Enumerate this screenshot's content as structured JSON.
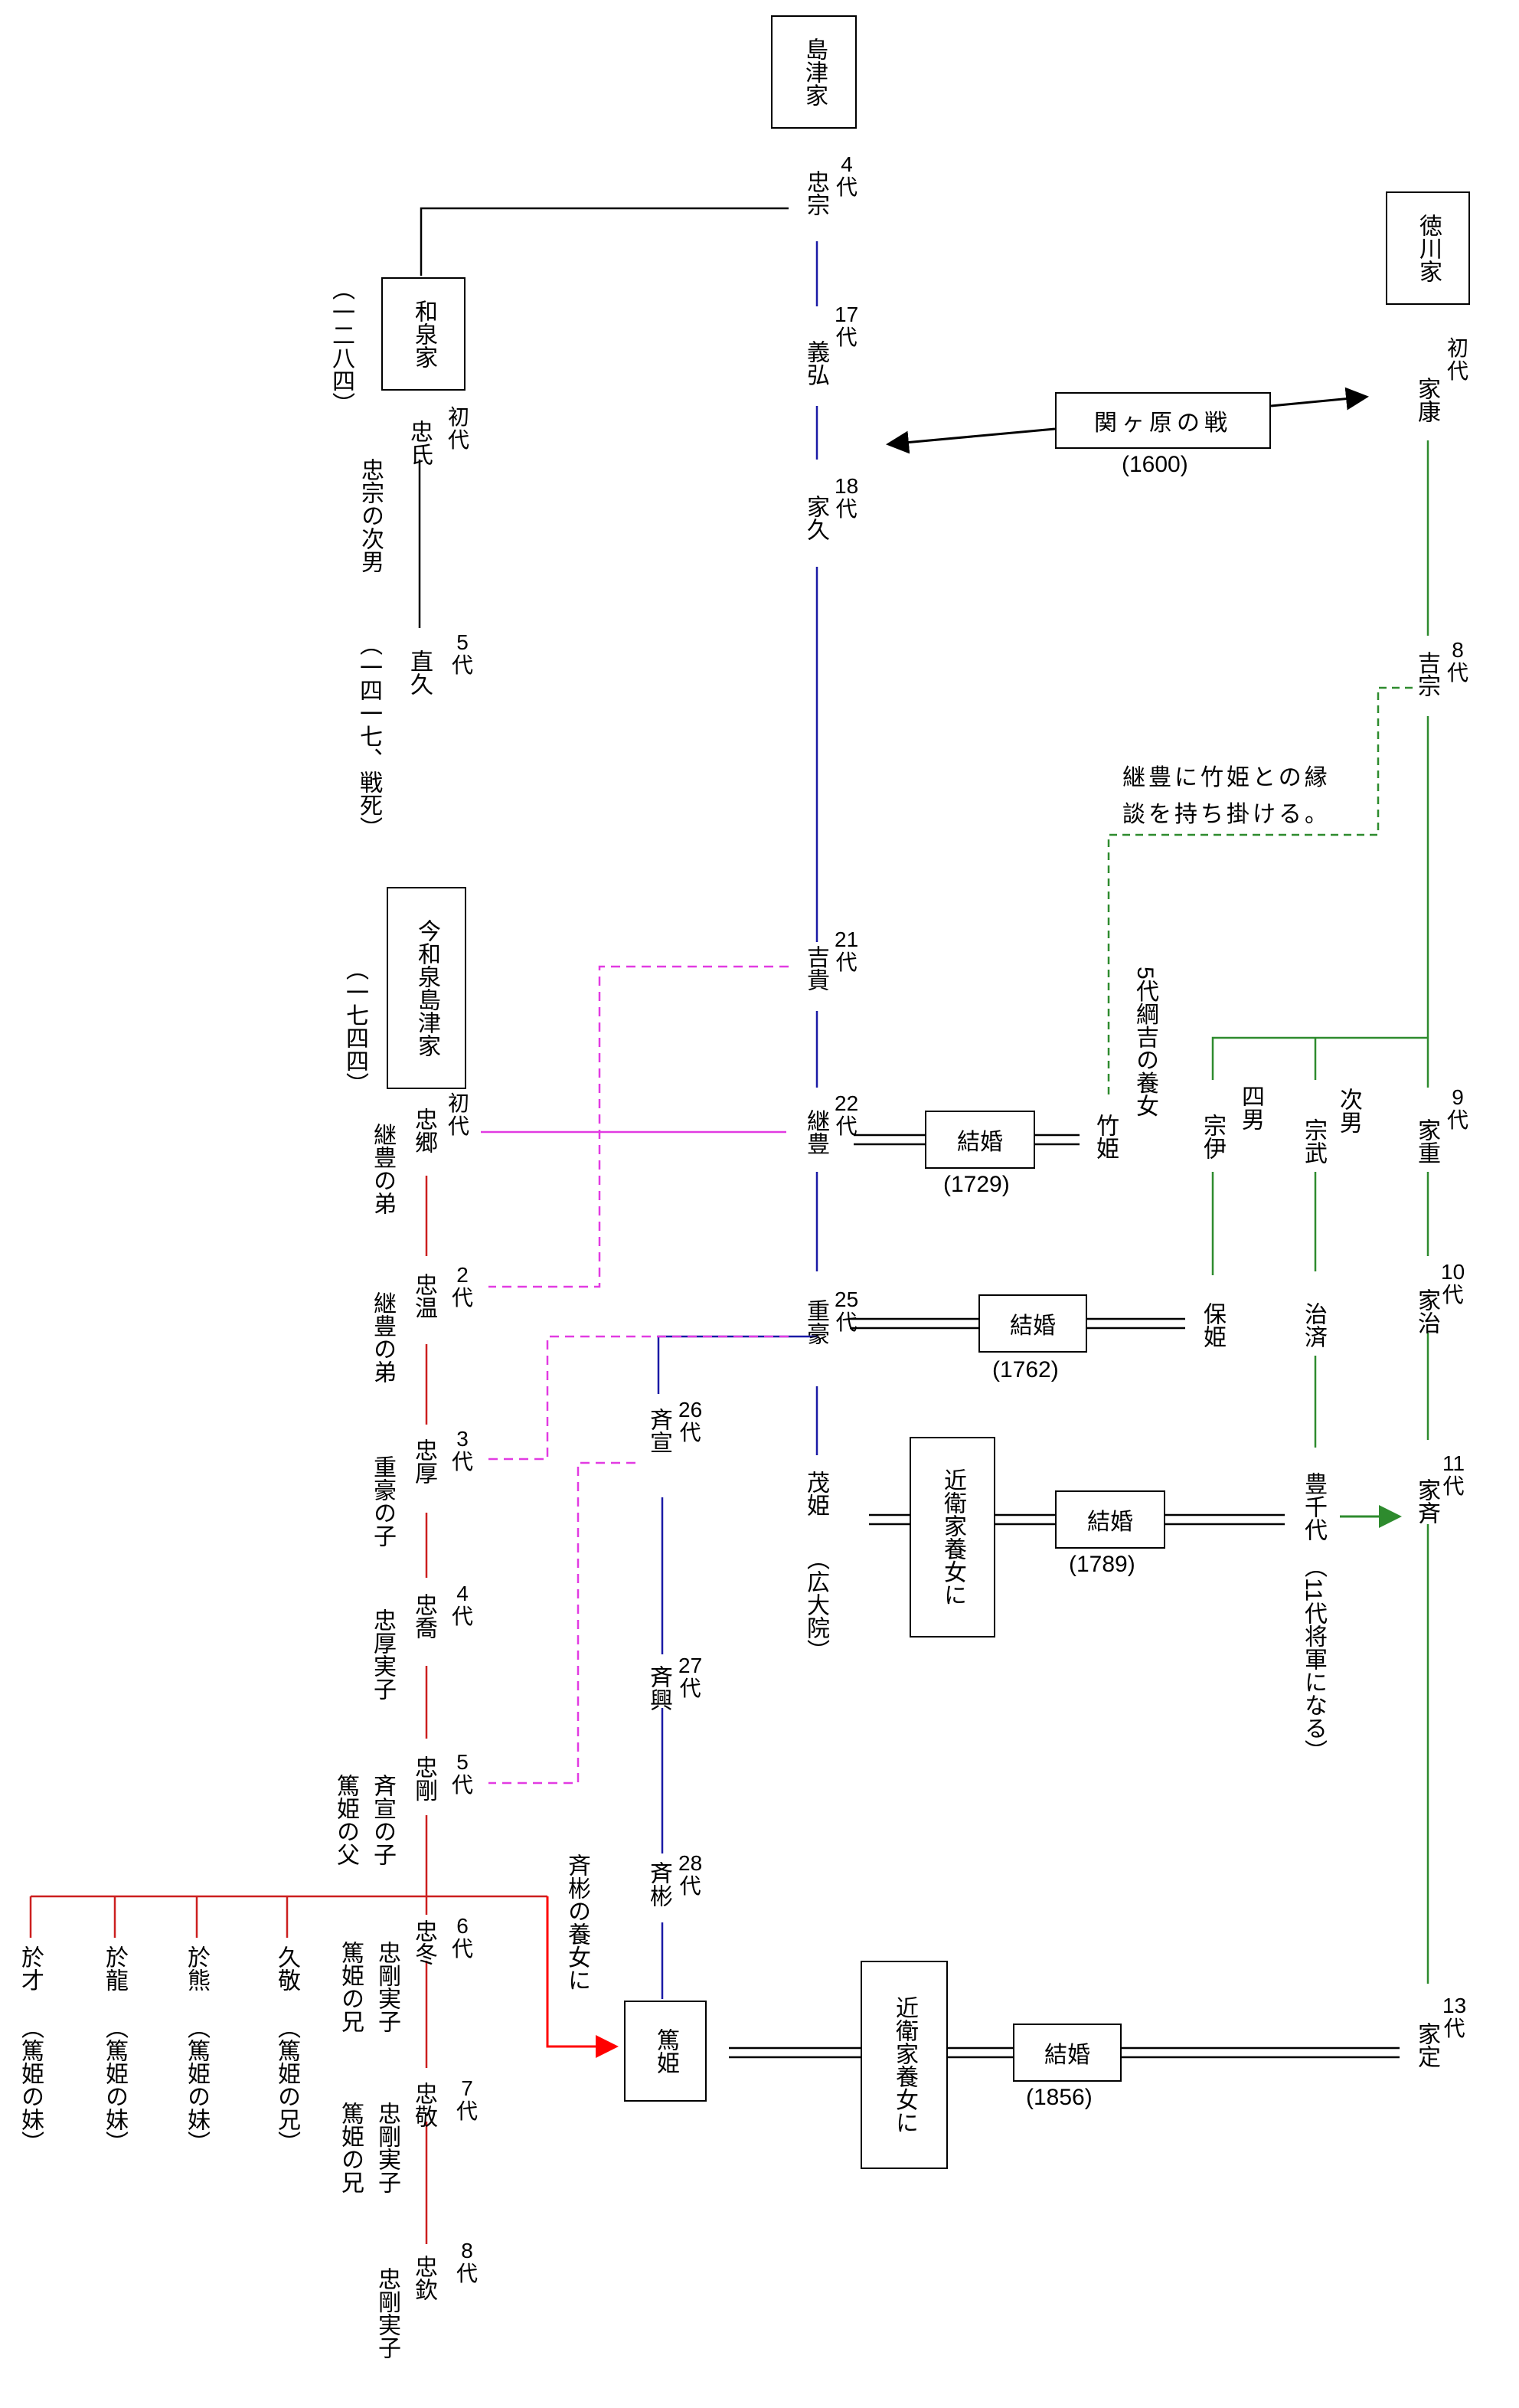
{
  "houses": {
    "shimazu": "島津家",
    "tokugawa": "徳川家",
    "izumi": "和泉家",
    "imaizumi": "今和泉島津家"
  },
  "gen": {
    "tadamune": {
      "n": "4",
      "d": "代"
    },
    "yoshihiro": {
      "n": "17",
      "d": "代"
    },
    "iehisa": {
      "n": "18",
      "d": "代"
    },
    "yoshitaka": {
      "n": "21",
      "d": "代"
    },
    "tsugutoyo": {
      "n": "22",
      "d": "代"
    },
    "shigehide": {
      "n": "25",
      "d": "代"
    },
    "narinobu": {
      "n": "26",
      "d": "代"
    },
    "narioki": {
      "n": "27",
      "d": "代"
    },
    "nariakira": {
      "n": "28",
      "d": "代"
    },
    "ieyasu": {
      "n": "初",
      "d": "代"
    },
    "yoshimune": {
      "n": "8",
      "d": "代"
    },
    "ieshige": {
      "n": "9",
      "d": "代"
    },
    "ieharu": {
      "n": "10",
      "d": "代"
    },
    "ienari": {
      "n": "11",
      "d": "代"
    },
    "iesada": {
      "n": "13",
      "d": "代"
    },
    "tadauji": {
      "n": "初",
      "d": "代"
    },
    "naohisa": {
      "n": "5",
      "d": "代"
    },
    "tadasato": {
      "n": "初",
      "d": "代"
    },
    "tadaatsu": {
      "n": "2",
      "d": "代"
    },
    "tadaatsu3": {
      "n": "3",
      "d": "代"
    },
    "tadataka": {
      "n": "4",
      "d": "代"
    },
    "tadatake": {
      "n": "5",
      "d": "代"
    },
    "tadafuyu": {
      "n": "6",
      "d": "代"
    },
    "tadahiro": {
      "n": "7",
      "d": "代"
    },
    "tadayoshi": {
      "n": "8",
      "d": "代"
    }
  },
  "names": {
    "tadamune": "忠宗",
    "yoshihiro": "義弘",
    "iehisa": "家久",
    "yoshitaka": "吉貴",
    "tsugutoyo": "継豊",
    "shigehide": "重豪",
    "shigehime": "茂姫",
    "shigehime_note": "（広大院）",
    "narinobu": "斉宣",
    "narioki": "斉興",
    "nariakira": "斉彬",
    "atsuhime": "篤姫",
    "ieyasu": "家康",
    "yoshimune": "吉宗",
    "ieshige": "家重",
    "ieharu": "家治",
    "ienari": "家斉",
    "iesada": "家定",
    "takehime": "竹姫",
    "munetada": "宗伊",
    "munetada_rel": "四男",
    "munetake": "宗武",
    "munetake_rel": "次男",
    "yasuhime": "保姫",
    "harusada": "治済",
    "toyochiyo": "豊千代",
    "toyochiyo_note": "（11代将軍になる）",
    "tadauji": "忠氏",
    "tadauji_note": "忠宗の次男",
    "naohisa": "直久",
    "tadasato": "忠郷",
    "tadasato_note": "継豊の弟",
    "tadaatsu": "忠温",
    "tadaatsu_note": "継豊の弟",
    "tadaatsu3": "忠厚",
    "tadaatsu3_note": "重豪の子",
    "tadataka": "忠喬",
    "tadataka_note": "忠厚実子",
    "tadatake": "忠剛",
    "tadatake_note1": "斉宣の子",
    "tadatake_note2": "篤姫の父",
    "tadafuyu": "忠冬",
    "tadafuyu_note1": "忠剛実子",
    "tadafuyu_note2": "篤姫の兄",
    "tadahiro": "忠敬",
    "tadahiro_note1": "忠剛実子",
    "tadahiro_note2": "篤姫の兄",
    "tadayoshi": "忠欽",
    "tadayoshi_note": "忠剛実子",
    "osai": "於才",
    "osai_note": "（篤姫の妹）",
    "oryu": "於龍",
    "oryu_note": "（篤姫の妹）",
    "oyu": "於熊",
    "oyu_note": "（篤姫の妹）",
    "hisataka": "久敬",
    "hisataka_note": "（篤姫の兄）"
  },
  "notes": {
    "izumi_year": "（一二八四）",
    "izumi_death": "（一四一七、戦死）",
    "imaizumi_year": "（一七四四）",
    "shogun_proposal_1": "継豊に竹姫との縁",
    "shogun_proposal_2": "談を持ち掛ける。",
    "tsunayoshi_adopt": "5代綱吉の養女",
    "nariakira_adopt": "斉彬の養女に",
    "konoe1": "近衛家養女に",
    "konoe2": "近衛家養女に"
  },
  "events": {
    "sekigahara": "関ヶ原の戦",
    "sekigahara_year": "(1600)",
    "marriage_label": "結婚",
    "marriage1_year": "(1729)",
    "marriage2_year": "(1762)",
    "marriage3_year": "(1789)",
    "marriage4_year": "(1856)"
  },
  "colors": {
    "shimazu_main": "#1a1aa6",
    "tokugawa": "#2e8b2e",
    "imaizumi": "#cc1f1f",
    "adoption": "#e23be2",
    "arrow_red": "#ff0000",
    "arrow_green": "#2e8b2e",
    "black": "#000000"
  }
}
